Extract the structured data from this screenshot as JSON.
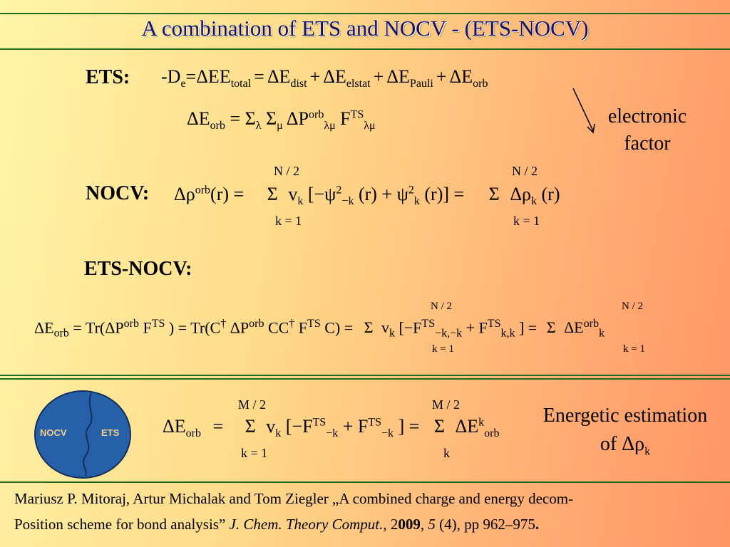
{
  "title": "A combination of ETS and NOCV -  (ETS-NOCV)",
  "labels": {
    "ets": "ETS:",
    "nocv": "NOCV:",
    "ets_nocv": "ETS-NOCV:"
  },
  "equations": {
    "ets_main": "-D",
    "ets_main_sub": "e",
    "ets_rest": "=ΔE",
    "ets_terms": [
      {
        "sym": "E",
        "sub": "total",
        "after": "="
      },
      {
        "sym": "E",
        "sub": "dist",
        "after": "+"
      },
      {
        "sym": "E",
        "sub": "elstat",
        "after": "+"
      },
      {
        "sym": "E",
        "sub": "Pauli",
        "after": "+"
      },
      {
        "sym": "E",
        "sub": "orb",
        "after": ""
      }
    ],
    "eorb_def": "ΔE",
    "eorb_def_sub": "orb",
    "eorb_rhs": "= Σ",
    "eorb_lambda": "λ",
    "eorb_mu": "μ",
    "eorb_p": "ΔP",
    "eorb_p_sup": "orb",
    "eorb_p_sub": "λμ",
    "eorb_f": "F",
    "eorb_f_sup": "TS",
    "eorb_f_sub": "λμ",
    "nocv_limit": "N / 2",
    "nocv_lower": "k = 1",
    "nocv_lhs": "Δρ",
    "nocv_lhs_sup": "orb",
    "nocv_lhs_arg": "(r) =",
    "nocv_sum": "Σ",
    "nocv_v": "v",
    "nocv_v_sub": "k",
    "nocv_bracket": "[−ψ",
    "nocv_bracket_sub": "−k",
    "nocv_bracket_arg": "(r) + ψ",
    "nocv_psi_sub": "k",
    "nocv_psi_arg": "(r)] =",
    "nocv_right": "Δρ",
    "nocv_right_sub": "k",
    "nocv_right_arg": "(r)",
    "nocv_sq": "2",
    "etsnocv_e": "ΔE",
    "etsnocv_e_sub": "orb",
    "etsnocv_tr1": "= Tr(ΔP",
    "etsnocv_tr1_sup": "orb",
    "etsnocv_f1": "F",
    "etsnocv_f1_sup": "TS",
    "etsnocv_tr2": ") = Tr(C",
    "etsnocv_tr2_sup": "†",
    "etsnocv_p2": "ΔP",
    "etsnocv_p2_sup": "orb",
    "etsnocv_cc": "CC",
    "etsnocv_cc_sup": "†",
    "etsnocv_f2": "F",
    "etsnocv_f2_sup": "TS",
    "etsnocv_c": "C) =",
    "etsnocv_sum": "Σ",
    "etsnocv_limit": "N / 2",
    "etsnocv_lower": "k = 1",
    "etsnocv_v": "v",
    "etsnocv_v_sub": "k",
    "etsnocv_b": "[−F",
    "etsnocv_b_sup": "TS",
    "etsnocv_b_sub": "−k,−k",
    "etsnocv_b2": "+ F",
    "etsnocv_b2_sup": "TS",
    "etsnocv_b2_sub": "k,k",
    "etsnocv_b3": "] =",
    "etsnocv_r": "ΔE",
    "etsnocv_r_sup": "orb",
    "etsnocv_r_sub": "k",
    "bottom_e": "ΔE",
    "bottom_e_sub": "orb",
    "bottom_eq": "=",
    "bottom_sum": "Σ",
    "bottom_limit": "M / 2",
    "bottom_lower": "k = 1",
    "bottom_v": "v",
    "bottom_v_sub": "k",
    "bottom_b": "[−F",
    "bottom_b_sup": "TS",
    "bottom_b_sub": "−k",
    "bottom_b2": "+ F",
    "bottom_b2_sup": "TS",
    "bottom_b2_sub": "−k",
    "bottom_b3": "] =",
    "bottom_sum2": "Σ",
    "bottom_limit2": "M / 2",
    "bottom_lower2": "k",
    "bottom_r": "ΔE",
    "bottom_r_sup": "k",
    "bottom_r_sub": "orb"
  },
  "annotations": {
    "electronic_factor": [
      "electronic",
      "factor"
    ],
    "energetic_estimation": "Energetic estimation",
    "energetic_of": "of",
    "energetic_sym": "Δρ",
    "energetic_sub": "k"
  },
  "badge": {
    "left": "NOCV",
    "right": "ETS"
  },
  "reference": {
    "line1": "Mariusz P. Mitoraj, Artur Michalak and Tom Ziegler „A combined charge and energy decom-",
    "line2_plain": "Position scheme for bond analysis” ",
    "journal": "J. Chem. Theory Comput.",
    "comma1": ", 2",
    "year_bold": "009",
    "comma2": ", ",
    "volume": "5",
    "rest": " (4), pp 962–975",
    "end": "."
  },
  "colors": {
    "title": "#0f0f6a",
    "rule": "#1f6b1f",
    "badge": "#2660a8",
    "badge_text": "#f4cf8a"
  }
}
